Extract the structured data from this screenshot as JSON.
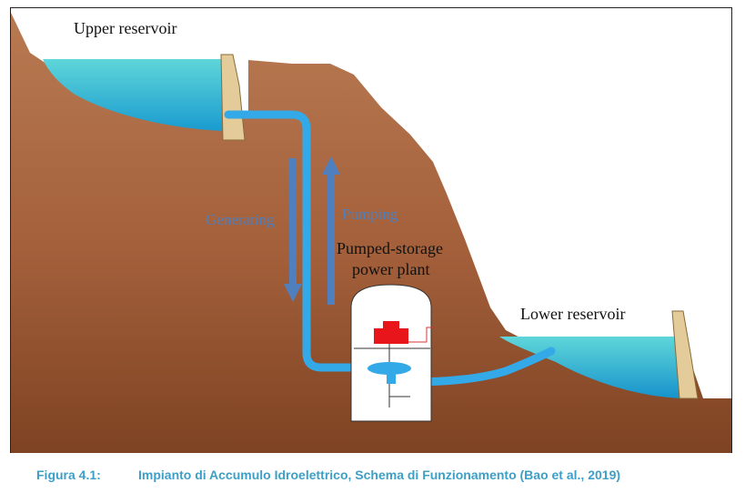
{
  "labels": {
    "upper_reservoir": "Upper reservoir",
    "lower_reservoir": "Lower reservoir",
    "generating": "Generating",
    "pumping": "Pumping",
    "plant_line1": "Pumped-storage",
    "plant_line2": "power plant"
  },
  "caption": {
    "number": "Figura 4.1:",
    "text": "Impianto di Accumulo Idroelettrico, Schema di Funzionamento (Bao et al., 2019)"
  },
  "colors": {
    "soil": "#a9643d",
    "water": "#46c8dc",
    "penstock": "#33a9e8",
    "arrow": "#4f7fbc",
    "dam": "#e3cc99",
    "turbine": "#e8151b",
    "caption": "#3d9fc7"
  }
}
